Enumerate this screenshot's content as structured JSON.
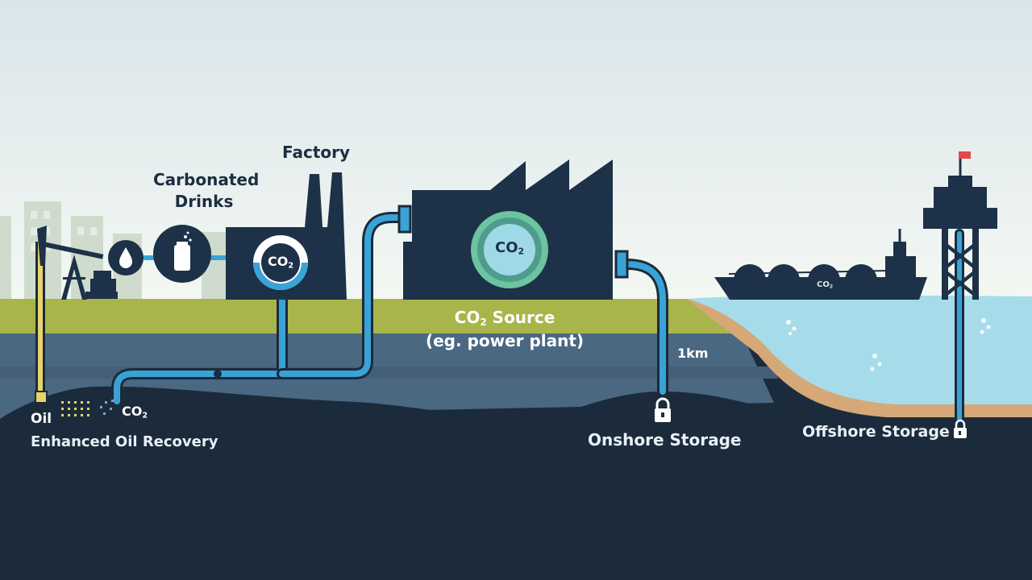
{
  "labels": {
    "factory": "Factory",
    "carbonated_line1": "Carbonated",
    "carbonated_line2": "Drinks",
    "co2": "CO",
    "co2_subscript": "2",
    "source_prefix": "CO",
    "source_suffix": " Source",
    "source_note": "(eg. power plant)",
    "depth": "1km",
    "oil": "Oil",
    "eor": "Enhanced Oil Recovery",
    "onshore": "Onshore Storage",
    "offshore": "Offshore Storage"
  },
  "colors": {
    "sky_top": "#dfe8ec",
    "sky_bottom": "#f3f7f3",
    "ground_surface": "#a9b54a",
    "rock_layer": "#4a6882",
    "deep_layer": "#1b2b3c",
    "pipe": "#3aa3d6",
    "sea": "#a6dcea",
    "sand": "#d6a877",
    "structure": "#1d3148",
    "co2_ring": "#6cc4a1",
    "oil_well": "#e8d36a"
  },
  "icons": [
    "oil-drop-icon",
    "soda-can-icon",
    "lock-icon",
    "flag-icon",
    "bubbles-icon"
  ]
}
